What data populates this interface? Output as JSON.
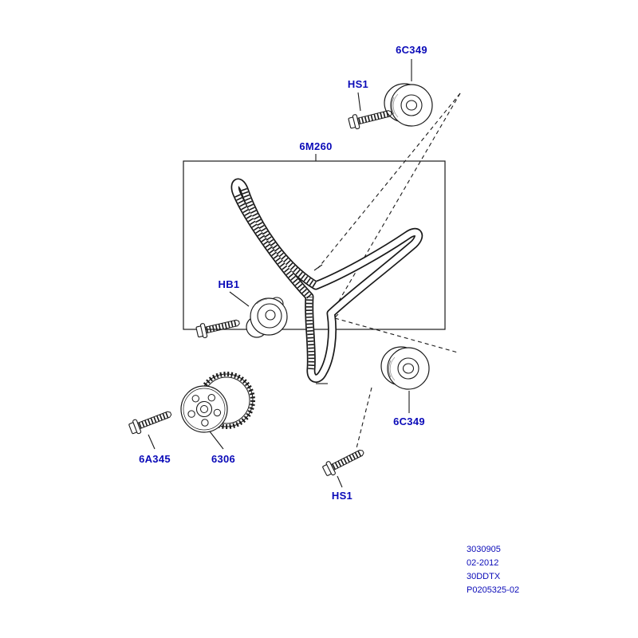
{
  "diagram": {
    "labels": {
      "idler_top": "6C349",
      "bolt_top": "HS1",
      "belt": "6M260",
      "tensioner_bolt": "HB1",
      "idler_bottom": "6C349",
      "bolt_bottom": "HS1",
      "crank_bolt": "6A345",
      "crank_sprocket": "6306"
    },
    "footer_lines": [
      "3030905",
      "02-2012",
      "30DDTX",
      "P0205325-02"
    ],
    "colors": {
      "label_blue": "#0a0ab8",
      "line_black": "#1a1a1a",
      "background": "#ffffff"
    }
  }
}
